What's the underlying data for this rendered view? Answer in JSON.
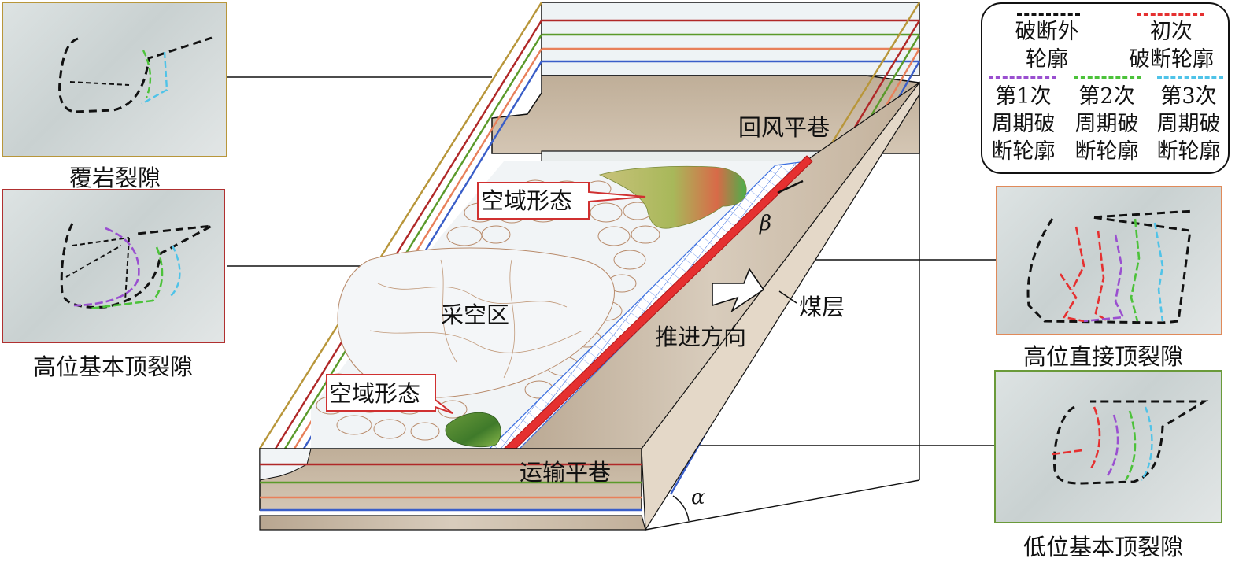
{
  "photos": {
    "overburden": {
      "caption": "覆岩裂隙",
      "frame_color": "#b8963a"
    },
    "high_main_roof": {
      "caption": "高位基本顶裂隙",
      "frame_color": "#b03030"
    },
    "high_immediate_roof": {
      "caption": "高位直接顶裂隙",
      "frame_color": "#e08a5a"
    },
    "low_main_roof": {
      "caption": "低位基本顶裂隙",
      "frame_color": "#6a9a3a"
    }
  },
  "legend": {
    "items": [
      {
        "label": "破断外\n轮廓",
        "color": "#111111",
        "style": "dashed"
      },
      {
        "label": "初次\n破断轮廓",
        "color": "#e53030",
        "style": "dash-dot"
      },
      {
        "label": "第1次\n周期破\n断轮廓",
        "color": "#9a4fd0",
        "style": "dash-dot"
      },
      {
        "label": "第2次\n周期破\n断轮廓",
        "color": "#4cc23a",
        "style": "dash-dot"
      },
      {
        "label": "第3次\n周期破\n断轮廓",
        "color": "#4fc3e8",
        "style": "dash-dot"
      }
    ]
  },
  "labels": {
    "return_airway": "回风平巷",
    "haulage_roadway": "运输平巷",
    "goaf": "采空区",
    "advance_direction": "推进方向",
    "coal_seam": "煤层",
    "void_shape_upper": "空域形态",
    "void_shape_lower": "空域形态",
    "beta": "β",
    "alpha": "α"
  },
  "colors": {
    "layer_gold": "#b8963a",
    "layer_red": "#b02828",
    "layer_green": "#5a9a2a",
    "layer_orange": "#e8805a",
    "layer_blue": "#3a5ec8",
    "rock": "#c8b8a4",
    "face_red": "#e53030",
    "support_blue": "#3a6ee0"
  }
}
